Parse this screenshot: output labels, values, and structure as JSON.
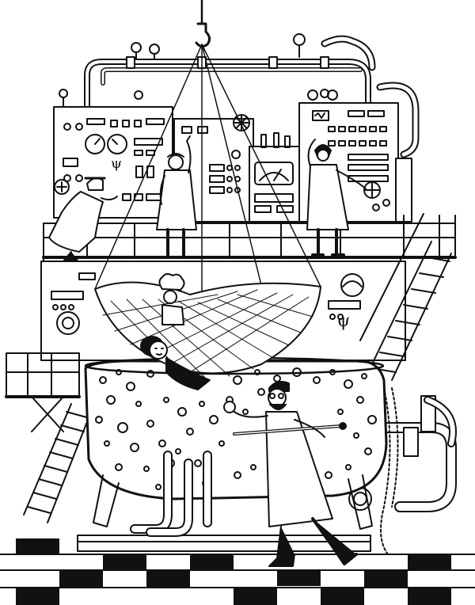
{
  "illustration": {
    "style": "black ink cartoon on white paper",
    "subject": "laboratory",
    "ink_color": "#111111",
    "paper_color": "#ffffff"
  },
  "console_symbols": {
    "left_panel": "ψ",
    "lower_panel": "ψ"
  }
}
